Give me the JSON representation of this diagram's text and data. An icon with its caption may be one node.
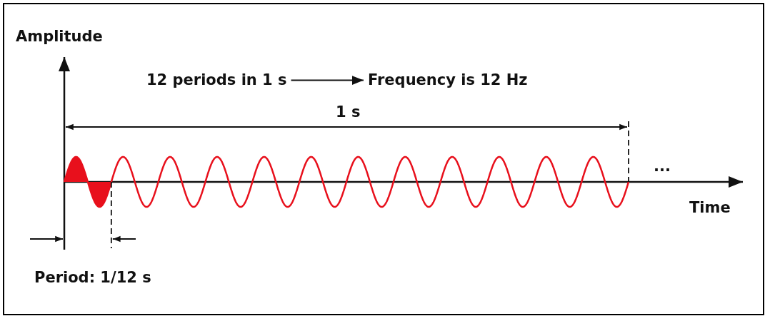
{
  "diagram": {
    "nodes": [
      {
        "text": [
          "12 periods in 1 s"
        ]
      },
      {
        "text": [
          "Frequency is 12 Hz"
        ]
      }
    ],
    "edges": [
      {
        "from": 0,
        "to": 1,
        "arrow": "to"
      }
    ],
    "labels": [
      "Amplitude",
      "1 s",
      "...",
      "Time",
      "Period: 1/12 s"
    ]
  }
}
